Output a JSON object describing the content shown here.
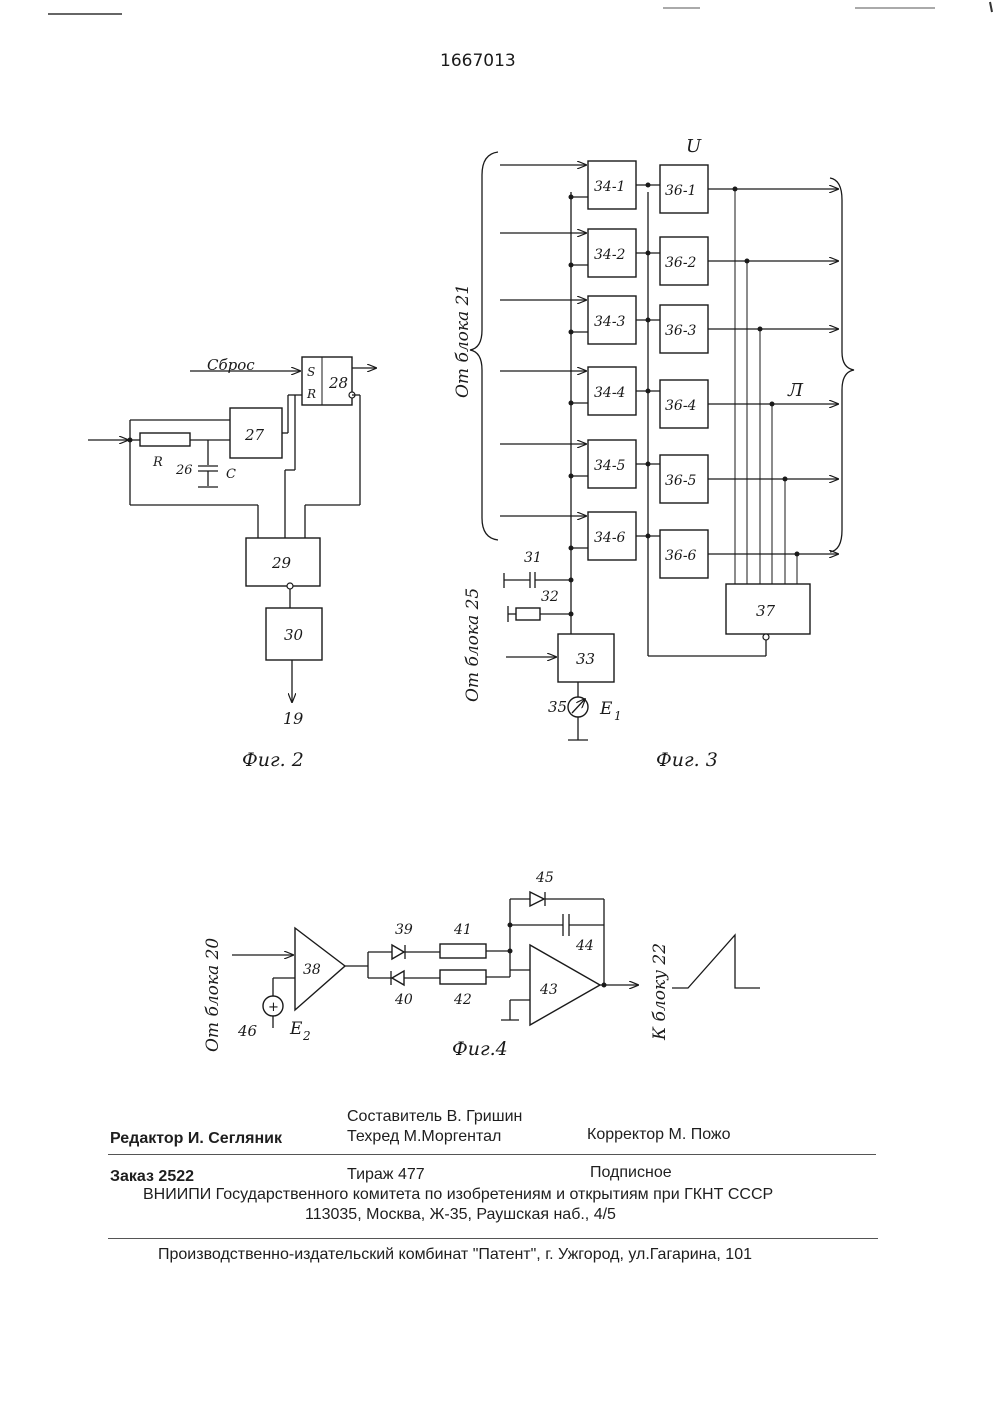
{
  "patent_number": "1667013",
  "figures": {
    "fig2": {
      "caption": "Фиг. 2",
      "reset_label": "Сброс",
      "block_27": "27",
      "block_28": "28",
      "flipflop_s": "S",
      "flipflop_r": "R",
      "block_29": "29",
      "block_30": "30",
      "output_19": "19",
      "resistor_r": "R",
      "capacitor_c": "C",
      "rc_26": "26"
    },
    "fig3": {
      "caption": "Фиг. 3",
      "from_block_21": "От блока 21",
      "from_block_25": "От блока 25",
      "u_label": "U",
      "pulse_label": "Л",
      "blocks_34": [
        "34-1",
        "34-2",
        "34-3",
        "34-4",
        "34-5",
        "34-6"
      ],
      "blocks_36": [
        "36-1",
        "36-2",
        "36-3",
        "36-4",
        "36-5",
        "36-6"
      ],
      "block_37": "37",
      "block_33": "33",
      "cap_31": "31",
      "elem_32": "32",
      "source_35": "35",
      "e1": "E",
      "e1_sub": "1"
    },
    "fig4": {
      "caption": "Фиг.4",
      "from_block_20": "От блока 20",
      "to_block_22": "К блоку 22",
      "comparator_38": "38",
      "diode_39": "39",
      "diode_40": "40",
      "resistor_41": "41",
      "resistor_42": "42",
      "opamp_43": "43",
      "cap_44": "44",
      "diode_45": "45",
      "source_46": "46",
      "e2": "E",
      "e2_sub": "2"
    }
  },
  "imprint": {
    "compiler": "Составитель В. Гришин",
    "editor": "Редактор И. Сегляник",
    "techred": "Техред М.Моргентал",
    "corrector": "Корректор М. Пожо",
    "order": "Заказ  2522",
    "circulation": "Тираж 477",
    "subscription": "Подписное",
    "institute": "ВНИИПИ Государственного комитета по изобретениям и открытиям при ГКНТ СССР",
    "address": "113035, Москва, Ж-35, Раушская наб., 4/5",
    "plant": "Производственно-издательский комбинат \"Патент\", г. Ужгород, ул.Гагарина, 101"
  }
}
